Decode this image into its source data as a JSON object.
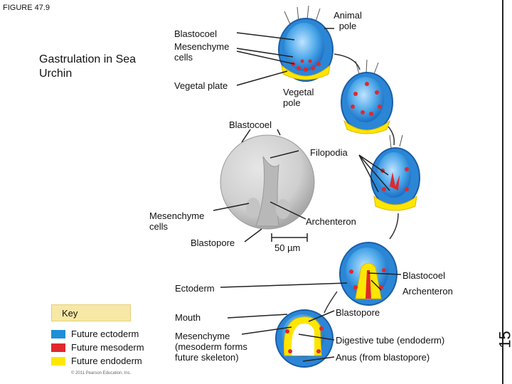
{
  "figure_label": "FIGURE 47.9",
  "title": "Gastrulation in Sea Urchin",
  "labels": {
    "animal_pole": "Animal pole",
    "blastocoel_1": "Blastocoel",
    "mesenchyme_cells_1": "Mesenchyme cells",
    "vegetal_plate": "Vegetal plate",
    "vegetal_pole": "Vegetal pole",
    "blastocoel_2": "Blastocoel",
    "filopodia": "Filopodia",
    "mesenchyme_cells_2": "Mesenchyme cells",
    "archenteron_1": "Archenteron",
    "blastopore_1": "Blastopore",
    "scale_bar": "50 µm",
    "blastocoel_3": "Blastocoel",
    "ectoderm": "Ectoderm",
    "archenteron_2": "Archenteron",
    "mouth": "Mouth",
    "blastopore_2": "Blastopore",
    "mesenchyme_skeleton": "Mesenchyme (mesoderm forms future skeleton)",
    "digestive_tube": "Digestive tube (endoderm)",
    "anus": "Anus (from blastopore)"
  },
  "key": {
    "title": "Key",
    "items": [
      {
        "label": "Future ectoderm",
        "color": "#1e8fd6"
      },
      {
        "label": "Future mesoderm",
        "color": "#e0282e"
      },
      {
        "label": "Future endoderm",
        "color": "#ffe600"
      }
    ]
  },
  "copyright": "© 2011 Pearson Education, Inc.",
  "page_number": "15"
}
